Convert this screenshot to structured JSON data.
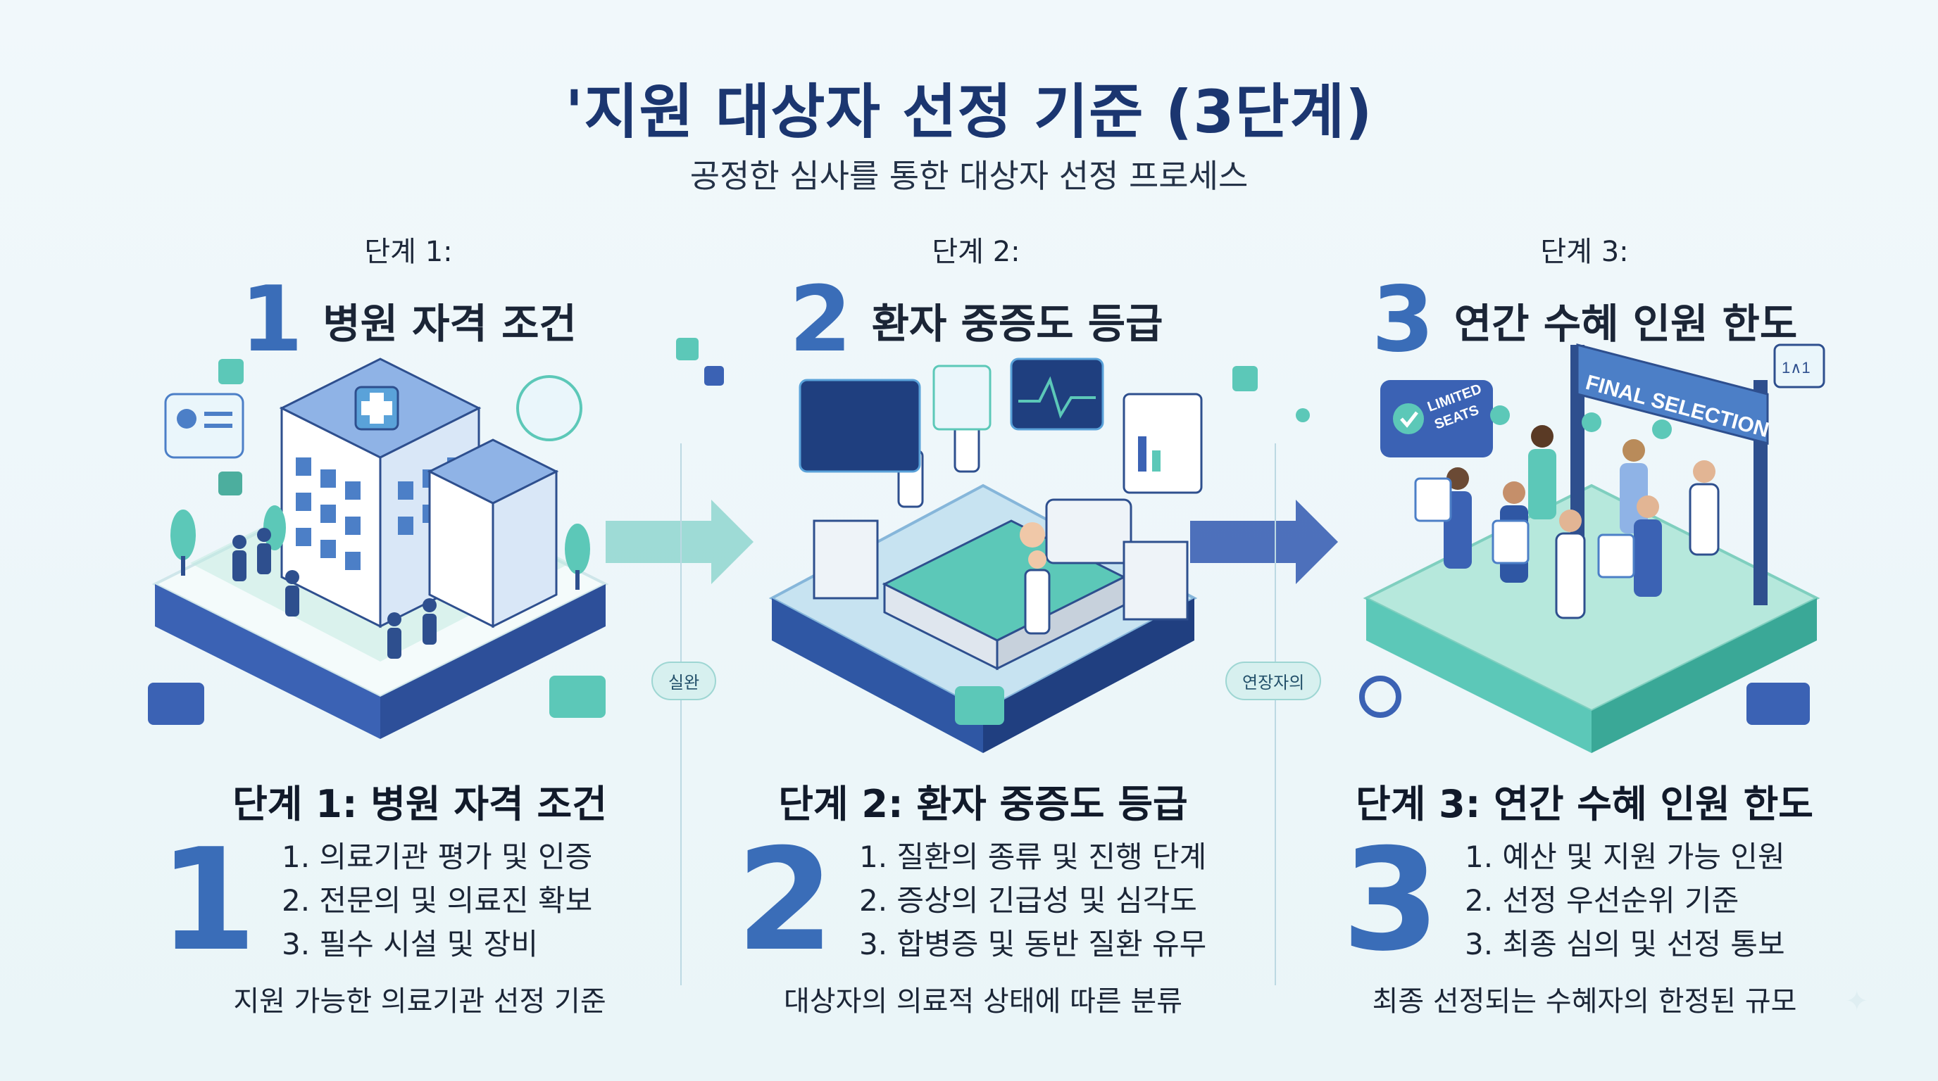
{
  "header": {
    "title": "'지원 대상자 선정 기준 (3단계)",
    "subtitle": "공정한 심사를 통한 대상자 선정 프로세스"
  },
  "stages": [
    {
      "label": "단계 1:",
      "number": "1",
      "name": "병원 자격 조건",
      "section_title": "단계 1: 병원 자격 조건",
      "items": [
        "1. 의료기관 평가 및 인증",
        "2. 전문의 및 의료진 확보",
        "3. 필수 시설 및 장비"
      ],
      "caption": "지원 가능한 의료기관 선정 기준"
    },
    {
      "label": "단계 2:",
      "number": "2",
      "name": "환자 중증도 등급",
      "section_title": "단계 2: 환자 중증도 등급",
      "items": [
        "1. 질환의 종류 및 진행 단계",
        "2. 증상의 긴급성 및 심각도",
        "3. 합병증 및 동반 질환 유무"
      ],
      "caption": "대상자의 의료적 상태에 따른 분류"
    },
    {
      "label": "단계 3:",
      "number": "3",
      "name": "연간 수혜 인원 한도",
      "section_title": "단계 3: 연간 수혜 인원 한도",
      "items": [
        "1. 예산 및 지원 가능 인원",
        "2. 선정 우선순위 기준",
        "3. 최종 심의 및 선정 통보"
      ],
      "caption": "최종 선정되는 수혜자의 한정된 규모"
    }
  ],
  "connectors": {
    "pill_1": "실완",
    "pill_2": "연장자의"
  },
  "illustration_text": {
    "limited_seats_line1": "LIMITED",
    "limited_seats_line2": "SEATS",
    "final_selection": "FINAL SELECTION",
    "ratio": "1∧1"
  },
  "colors": {
    "title": "#1b3670",
    "accent_blue": "#3a6db8",
    "teal": "#5cc8b8",
    "navy": "#2f57a4"
  }
}
